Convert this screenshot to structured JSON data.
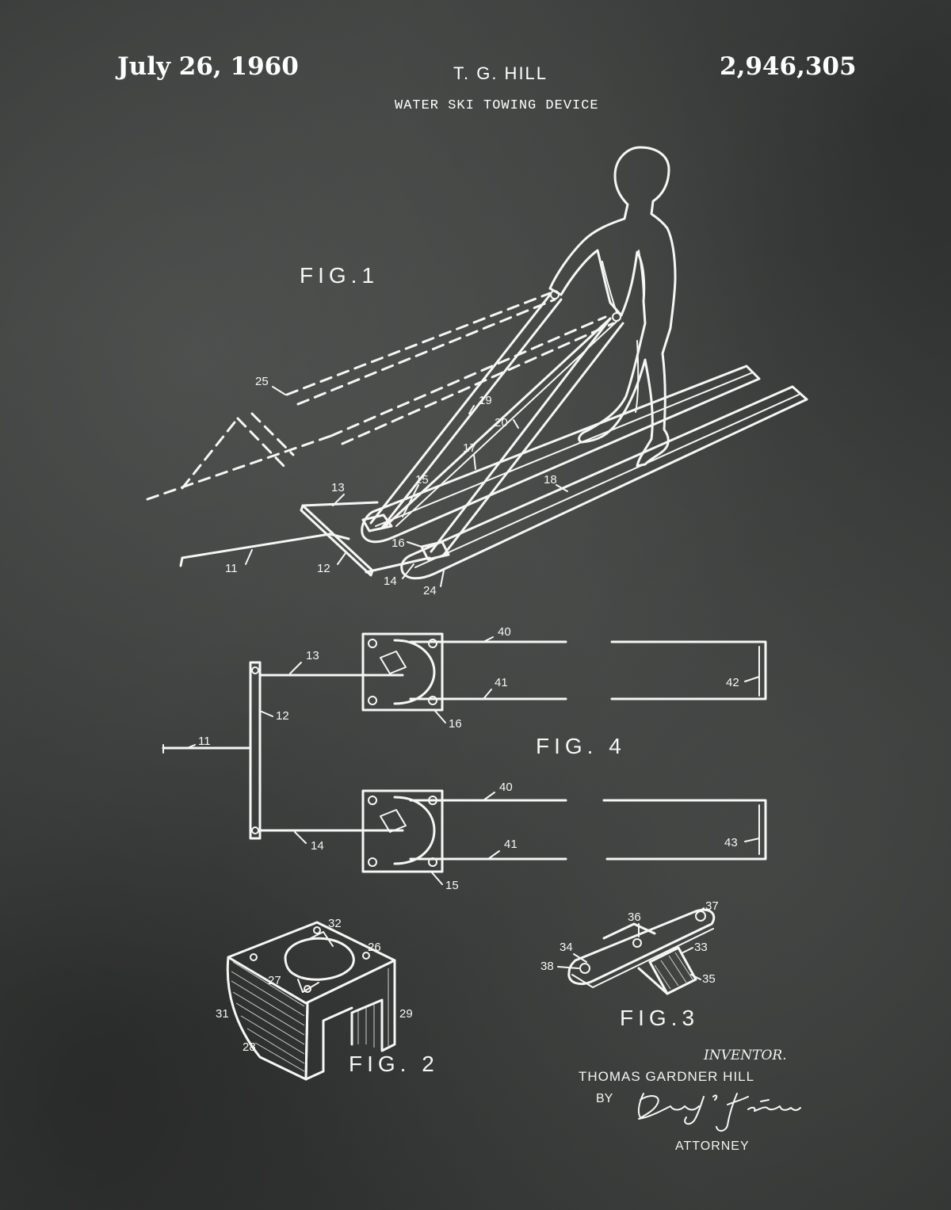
{
  "header": {
    "date": "July 26, 1960",
    "inventor_short": "T. G. HILL",
    "patent_number": "2,946,305",
    "title": "WATER SKI TOWING DEVICE"
  },
  "figures": {
    "fig1": {
      "label": "FIG.1",
      "refs": {
        "r25": "25",
        "r19": "19",
        "r20": "20",
        "r17": "17",
        "r13": "13",
        "r15": "15",
        "r18": "18",
        "r16": "16",
        "r11": "11",
        "r12": "12",
        "r14": "14",
        "r24": "24"
      }
    },
    "fig4": {
      "label": "FIG. 4",
      "refs": {
        "r13": "13",
        "r40a": "40",
        "r41a": "41",
        "r42": "42",
        "r12": "12",
        "r16": "16",
        "r11": "11",
        "r40b": "40",
        "r41b": "41",
        "r43": "43",
        "r14": "14",
        "r15": "15"
      }
    },
    "fig2": {
      "label": "FIG. 2",
      "refs": {
        "r32": "32",
        "r26": "26",
        "r27": "27",
        "r31": "31",
        "r29": "29",
        "r28": "28"
      }
    },
    "fig3": {
      "label": "FIG.3",
      "refs": {
        "r37": "37",
        "r36": "36",
        "r34": "34",
        "r33": "33",
        "r38": "38",
        "r35": "35"
      }
    }
  },
  "signature": {
    "role": "INVENTOR.",
    "name": "THOMAS GARDNER HILL",
    "by": "BY",
    "attorney": "ATTORNEY"
  },
  "colors": {
    "board": "#3a3c3b",
    "chalk": "#f6f6f4"
  }
}
